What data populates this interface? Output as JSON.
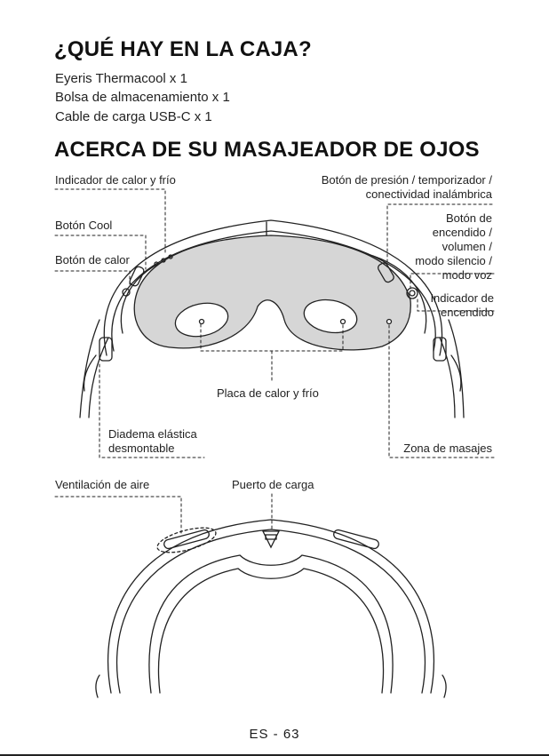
{
  "box_section": {
    "title": "¿QUÉ HAY EN LA CAJA?",
    "items": [
      "Eyeris Thermacool x 1",
      "Bolsa de almacenamiento x 1",
      "Cable de carga USB-C x 1"
    ]
  },
  "about_section": {
    "title": "ACERCA DE SU MASAJEADOR DE OJOS"
  },
  "front_labels": {
    "heat_cold_indicator": "Indicador de calor y frío",
    "cool_button": "Botón Cool",
    "heat_button": "Botón de calor",
    "pressure_button_line1": "Botón de presión / temporizador /",
    "pressure_button_line2": "conectividad inalámbrica",
    "power_button_line1": "Botón de",
    "power_button_line2": "encendido /",
    "power_button_line3": "volumen /",
    "power_button_line4": "modo silencio /",
    "power_button_line5": "modo voz",
    "power_indicator_line1": "Indicador de",
    "power_indicator_line2": "encendido",
    "plate": "Placa de calor y frío",
    "headband_line1": "Diadema elástica",
    "headband_line2": "desmontable",
    "massage_zone": "Zona de masajes"
  },
  "back_labels": {
    "air_vent": "Ventilación de aire",
    "charging_port": "Puerto de carga"
  },
  "footer": {
    "page_number": "ES - 63"
  }
}
